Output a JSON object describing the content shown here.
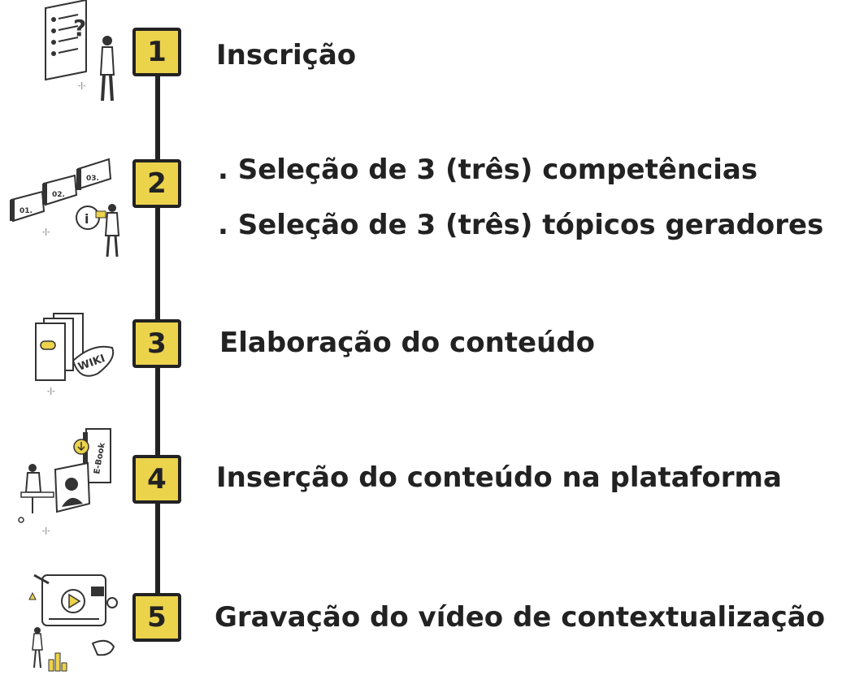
{
  "colors": {
    "accent": "#ecd34c",
    "ink": "#222222"
  },
  "steps": [
    {
      "number": "1",
      "icon": "questionnaire-person-icon",
      "lines": [
        "Inscrição"
      ]
    },
    {
      "number": "2",
      "icon": "numbered-selection-icon",
      "lines": [
        ". Seleção de 3 (três) competências",
        ". Seleção de 3 (três) tópicos geradores"
      ]
    },
    {
      "number": "3",
      "icon": "books-wiki-icon",
      "lines": [
        "Elaboração do conteúdo"
      ]
    },
    {
      "number": "4",
      "icon": "ebook-upload-icon",
      "lines": [
        "Inserção do conteúdo na plataforma"
      ]
    },
    {
      "number": "5",
      "icon": "video-recording-icon",
      "lines": [
        "Gravação do vídeo de contextualização"
      ]
    }
  ],
  "illustration_labels": {
    "selection_tags": [
      "01.",
      "02.",
      "03."
    ],
    "wiki": "WIKI",
    "ebook": "E-Book"
  }
}
